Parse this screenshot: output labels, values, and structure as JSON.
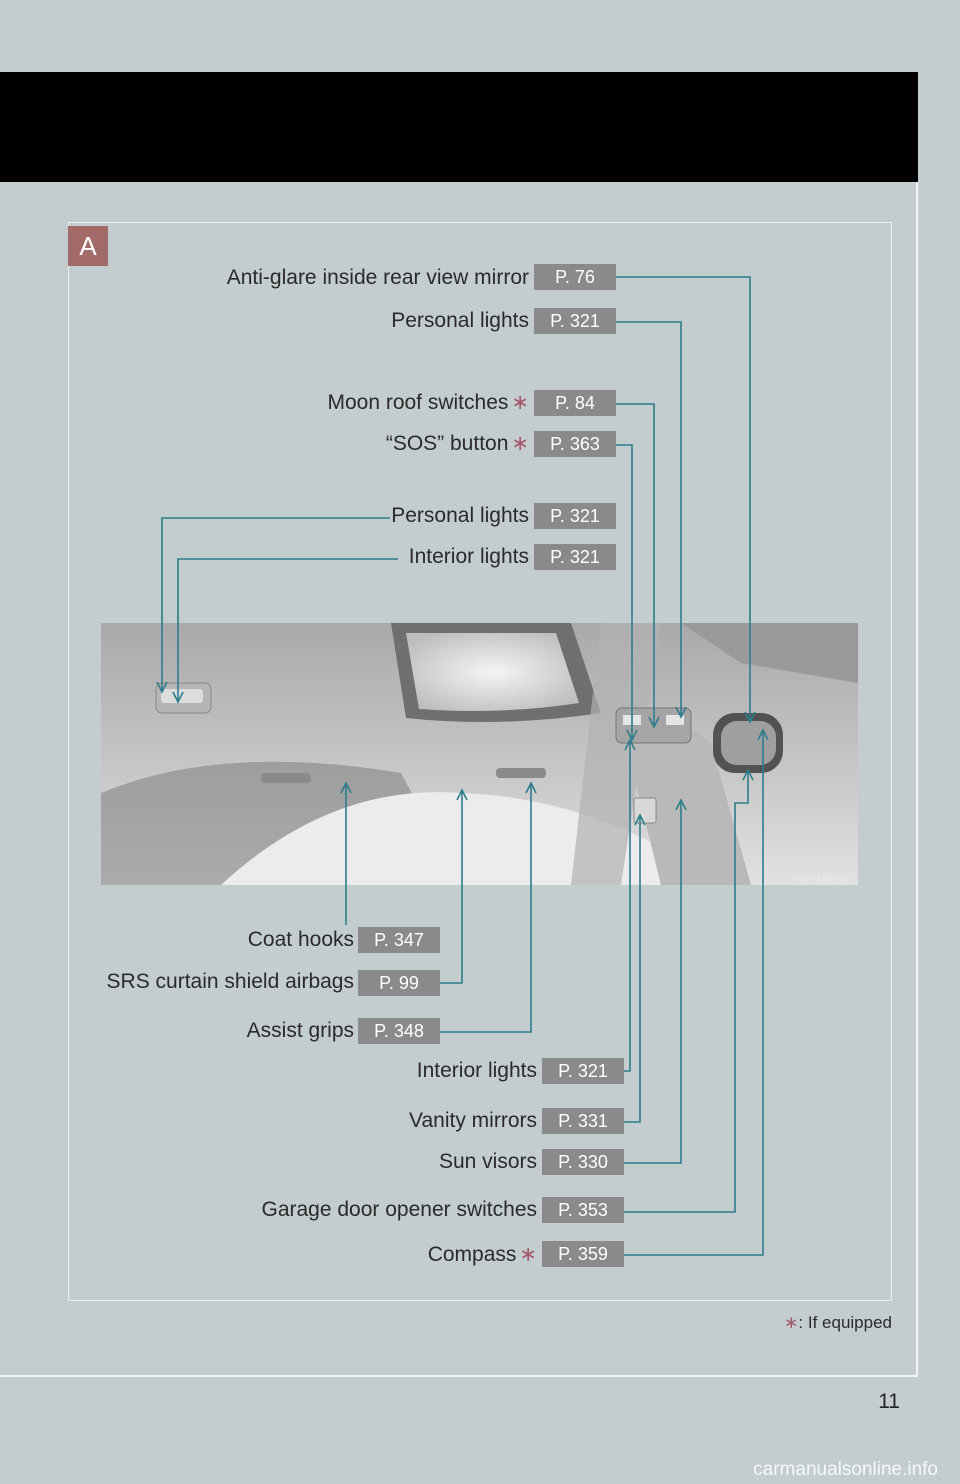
{
  "section_badge": "A",
  "callouts": [
    {
      "label": "Anti-glare inside rear view mirror",
      "starred": false,
      "page_ref": "P. 76"
    },
    {
      "label": "Personal lights",
      "starred": false,
      "page_ref": "P. 321"
    },
    {
      "label": "Moon roof switches",
      "starred": true,
      "page_ref": "P. 84"
    },
    {
      "label": "“SOS” button",
      "starred": true,
      "page_ref": "P. 363"
    },
    {
      "label": "Personal lights",
      "starred": false,
      "page_ref": "P. 321"
    },
    {
      "label": "Interior lights",
      "starred": false,
      "page_ref": "P. 321"
    },
    {
      "label": "Coat hooks",
      "starred": false,
      "page_ref": "P. 347"
    },
    {
      "label": "SRS curtain shield airbags",
      "starred": false,
      "page_ref": "P. 99"
    },
    {
      "label": "Assist grips",
      "starred": false,
      "page_ref": "P. 348"
    },
    {
      "label": "Interior lights",
      "starred": false,
      "page_ref": "P. 321"
    },
    {
      "label": "Vanity mirrors",
      "starred": false,
      "page_ref": "P. 331"
    },
    {
      "label": "Sun visors",
      "starred": false,
      "page_ref": "P. 330"
    },
    {
      "label": "Garage door opener switches",
      "starred": false,
      "page_ref": "P. 353"
    },
    {
      "label": "Compass",
      "starred": true,
      "page_ref": "P. 359"
    }
  ],
  "star_symbol": "∗",
  "photo_code": "CLYPIAB006",
  "footnote": {
    "symbol": "∗",
    "text": ": If equipped"
  },
  "page_number": "11",
  "watermark": "carmanualsonline.info",
  "colors": {
    "background": "#c3cdd0",
    "header_bar": "#000000",
    "badge": "#a36a6a",
    "page_ref_box": "#8a8a8a",
    "star": "#a4586c",
    "connector": "#2e7d8c"
  }
}
